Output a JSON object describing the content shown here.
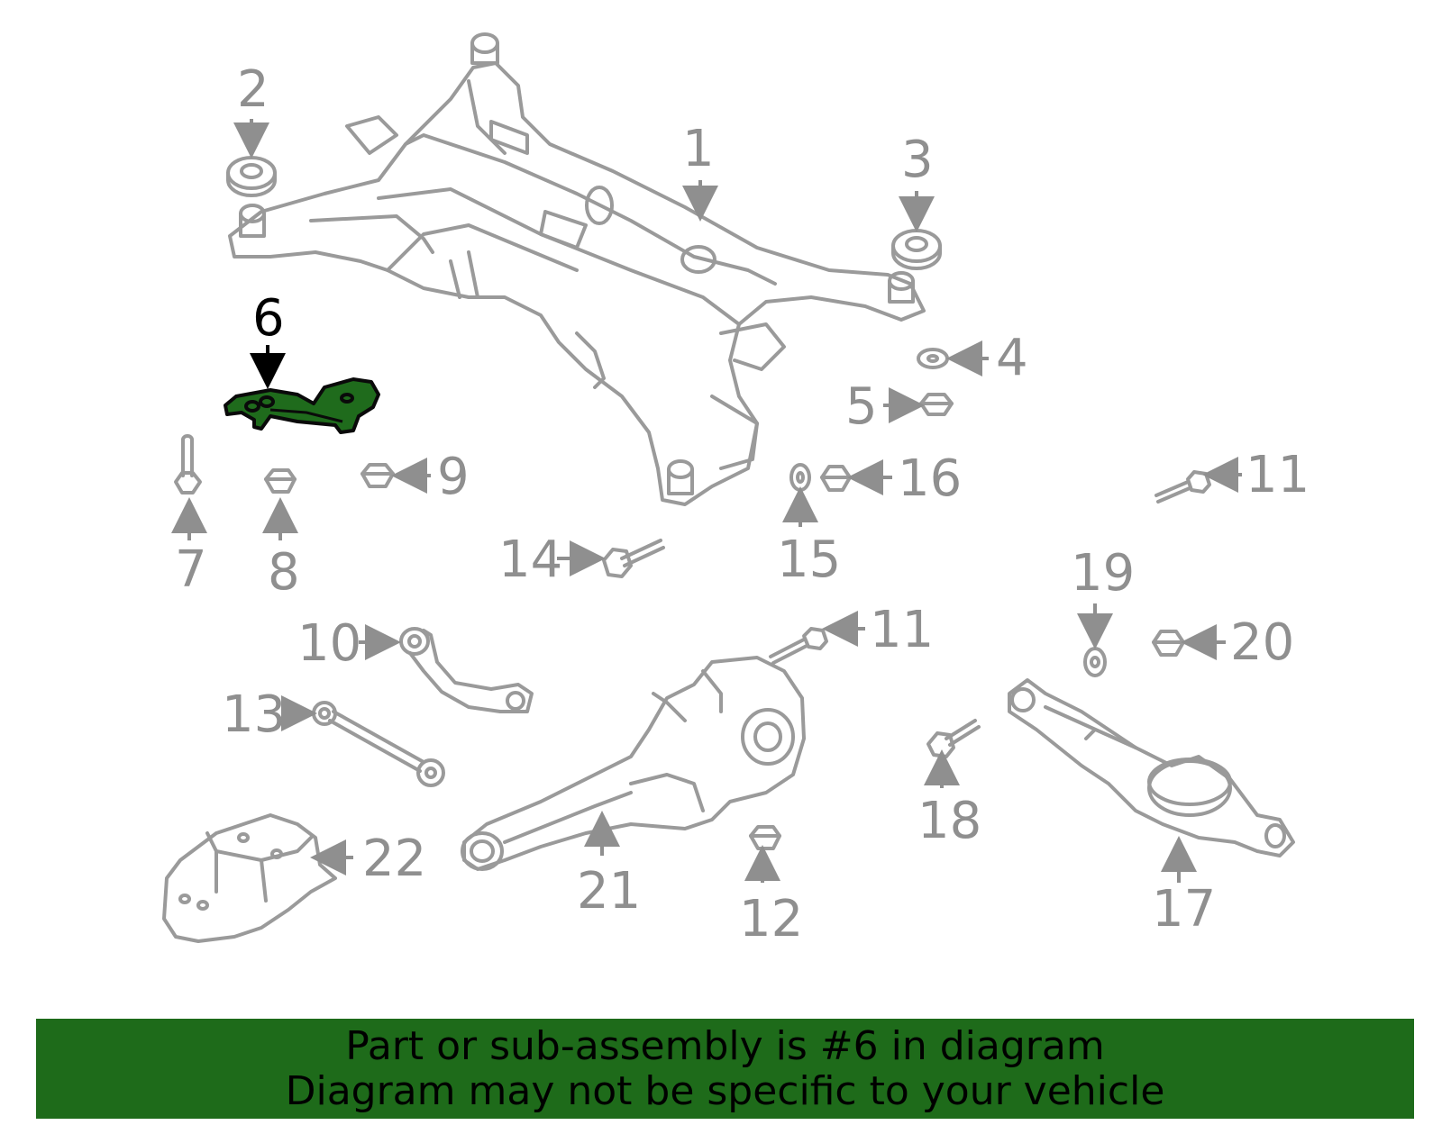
{
  "highlighted_part": "6",
  "callouts": {
    "c1": "1",
    "c2": "2",
    "c3": "3",
    "c4": "4",
    "c5": "5",
    "c6": "6",
    "c7": "7",
    "c8": "8",
    "c9": "9",
    "c10": "10",
    "c11a": "11",
    "c11b": "11",
    "c12": "12",
    "c13": "13",
    "c14": "14",
    "c15": "15",
    "c16": "16",
    "c17": "17",
    "c18": "18",
    "c19": "19",
    "c20": "20",
    "c21": "21",
    "c22": "22"
  },
  "colors": {
    "highlight": "#1f6b1c",
    "banner": "#1e6b1a",
    "line": "#9a9a9a"
  },
  "banner": {
    "line1": "Part or sub-assembly is #6 in diagram",
    "line2": "Diagram may not be specific to your vehicle"
  }
}
